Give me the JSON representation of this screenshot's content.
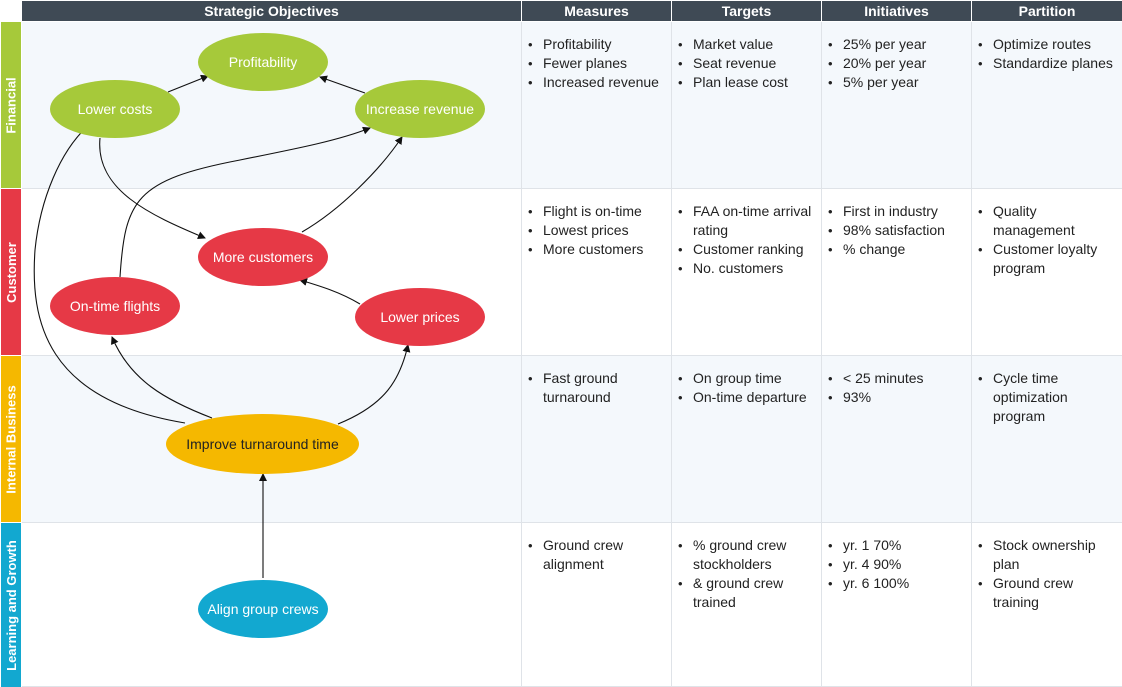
{
  "headers": {
    "objectives": "Strategic Objectives",
    "measures": "Measures",
    "targets": "Targets",
    "initiatives": "Initiatives",
    "partition": "Partition"
  },
  "rows": [
    {
      "label": "Financial",
      "color": "#a6c93a",
      "measures": [
        "Profitability",
        "Fewer planes",
        "Increased revenue"
      ],
      "targets": [
        "Market value",
        "Seat revenue",
        "Plan lease cost"
      ],
      "initiatives": [
        "25% per year",
        "20% per year",
        "5% per year"
      ],
      "partition": [
        "Optimize routes",
        "Standardize planes"
      ]
    },
    {
      "label": "Customer",
      "color": "#e63946",
      "measures": [
        "Flight is on-time",
        "Lowest prices",
        "More customers"
      ],
      "targets": [
        "FAA on-time arrival rating",
        "Customer ranking",
        "No. customers"
      ],
      "initiatives": [
        "First in industry",
        "98% satisfaction",
        "% change"
      ],
      "partition": [
        "Quality management",
        "Customer loyalty program"
      ]
    },
    {
      "label": "Internal Business",
      "color": "#f5b800",
      "measures": [
        "Fast ground turnaround"
      ],
      "targets": [
        "On group time",
        "On-time departure"
      ],
      "initiatives": [
        "< 25 minutes",
        "93%"
      ],
      "partition": [
        "Cycle time optimization program"
      ]
    },
    {
      "label": "Learning and Growth",
      "color": "#12a8d0",
      "measures": [
        "Ground crew alignment"
      ],
      "targets": [
        "% ground crew stockholders",
        "& ground crew trained"
      ],
      "initiatives": [
        "yr. 1 70%",
        "yr. 4 90%",
        "yr. 6 100%"
      ],
      "partition": [
        "Stock ownership plan",
        "Ground crew training"
      ]
    }
  ],
  "nodes": {
    "profitability": {
      "label": "Profitability",
      "color": "#a6c93a"
    },
    "lower_costs": {
      "label": "Lower costs",
      "color": "#a6c93a"
    },
    "increase_revenue": {
      "label": "Increase revenue",
      "color": "#a6c93a"
    },
    "more_customers": {
      "label": "More customers",
      "color": "#e63946"
    },
    "on_time_flights": {
      "label": "On-time flights",
      "color": "#e63946"
    },
    "lower_prices": {
      "label": "Lower prices",
      "color": "#e63946"
    },
    "improve_turnaround": {
      "label": "Improve turnaround time",
      "color": "#f5b800"
    },
    "align_crews": {
      "label": "Align group crews",
      "color": "#12a8d0"
    }
  }
}
